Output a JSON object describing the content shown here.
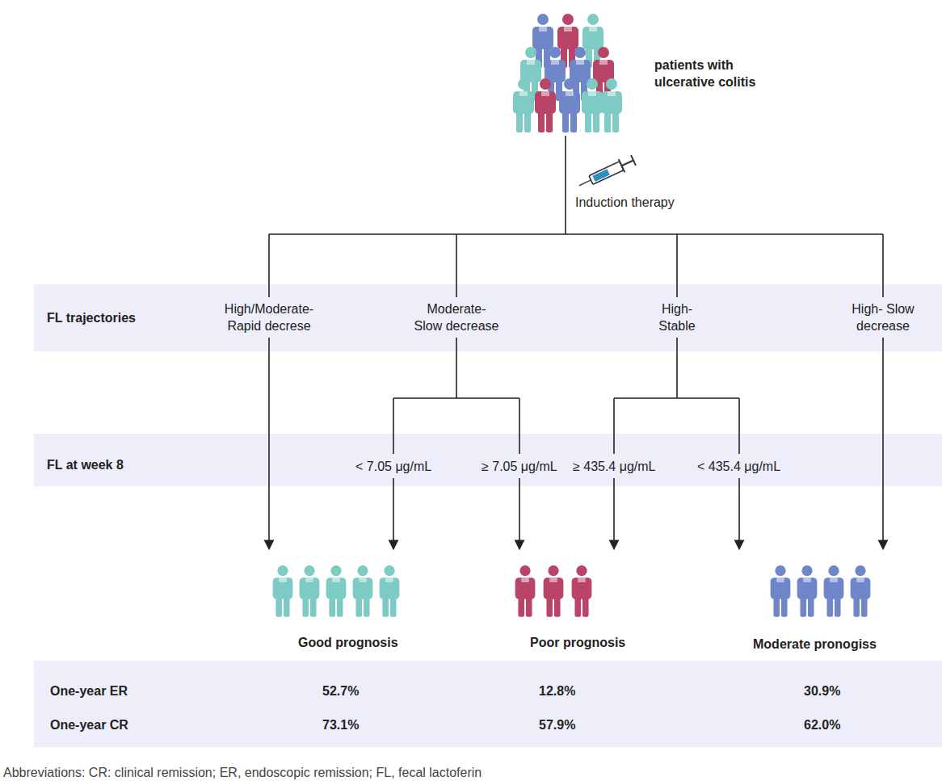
{
  "diagram": {
    "caption": "Abbreviations: CR: clinical remission; ER, endoscopic remission; FL, fecal lactoferin",
    "nodes": [
      {
        "text": [
          "FL trajectories",
          "High/Moderate- Rapid decrese",
          "Moderate- Slow decrease",
          "High- Stable",
          "High- Slow decrease"
        ]
      },
      {
        "text": [
          "FL at week 8",
          "< 7.05 μg/mL",
          "≥ 7.05 μg/mL",
          "≥ 435.4 μg/mL",
          "< 435.4 μg/mL"
        ]
      },
      {
        "text": [
          "One-year ER",
          "52.7%",
          "12.8%",
          "30.9%",
          "One-year CR",
          "73.1%",
          "57.9%",
          "62.0%"
        ]
      }
    ],
    "labels": [
      "patients with ulcerative colitis",
      "Induction therapy",
      "Good prognosis",
      "Poor prognosis",
      "Moderate pronogiss"
    ]
  }
}
